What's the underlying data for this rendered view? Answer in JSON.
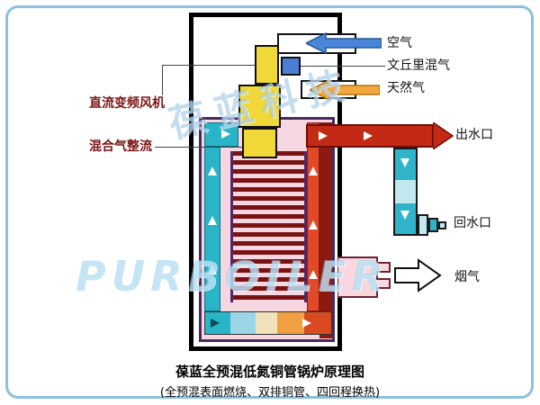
{
  "title": {
    "main": "葆蓝全预混低氮铜管锅炉原理图",
    "sub": "(全预混表面燃烧、双排铜管、四回程换热)"
  },
  "watermark": {
    "cn": "葆蓝科技",
    "en": "PURBOILER"
  },
  "labels": {
    "air": "空气",
    "venturi_mix": "文丘里混气",
    "natural_gas": "天然气",
    "water_outlet": "出水口",
    "water_return": "回水口",
    "flue_gas": "烟气",
    "dc_inverter_fan": "直流变频风机",
    "mixed_gas_rectifier": "混合气整流"
  },
  "colors": {
    "frame_border": "#8cc0de",
    "air_blue": "#4a86d8",
    "gas_orange": "#f2a83c",
    "hot_water_red": "#c22a16",
    "return_water_cyan": "#2fb4ca",
    "fan_yellow": "#f0d838",
    "copper_tube_dark": "#7a1212",
    "chamber_pink": "#f6d6e0",
    "label_red": "#7a1616"
  }
}
